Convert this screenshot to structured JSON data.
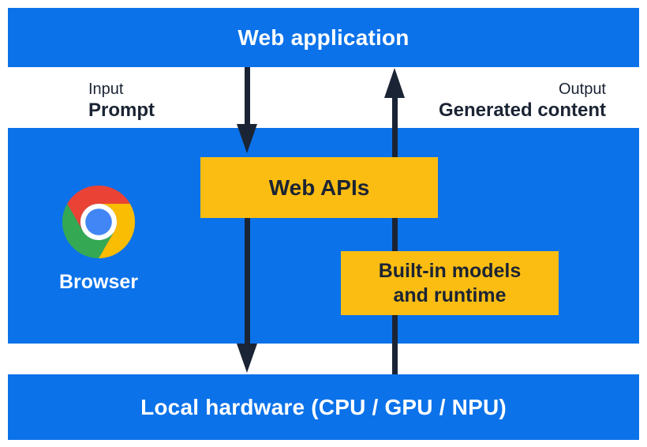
{
  "title_bar": {
    "label": "Web application"
  },
  "flow_labels": {
    "input": {
      "title": "Input",
      "value": "Prompt"
    },
    "output": {
      "title": "Output",
      "value": "Generated content"
    }
  },
  "browser": {
    "label": "Browser",
    "logo": "chrome-logo"
  },
  "boxes": {
    "web_apis": {
      "label": "Web APIs"
    },
    "builtin": {
      "line1": "Built-in models",
      "line2": "and runtime"
    }
  },
  "hardware_bar": {
    "label": "Local hardware (CPU / GPU / NPU)"
  },
  "colors": {
    "band_blue": "#0b72ea",
    "box_yellow": "#fcbd12",
    "ink_navy": "#1b2434",
    "text_white": "#ffffff",
    "chrome_red": "#ea4335",
    "chrome_yellow": "#fbbc04",
    "chrome_green": "#34a853",
    "chrome_blue": "#4285f4"
  }
}
